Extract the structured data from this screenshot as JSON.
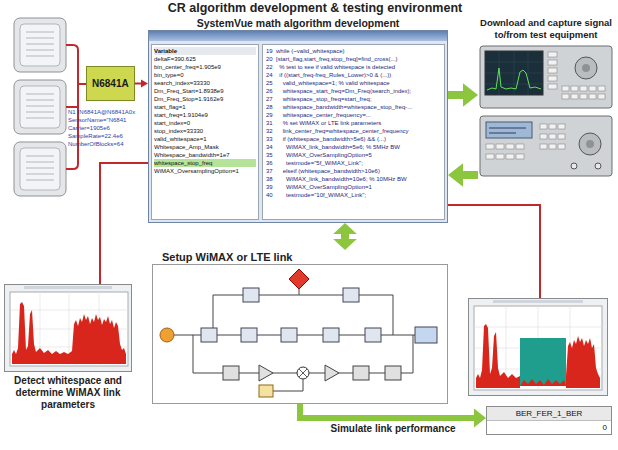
{
  "diagram": {
    "title": "CR algorithm development & testing environment",
    "nodes": [
      {
        "text": [
          "N6841A"
        ]
      },
      {
        "text": [
          "SystemVue math algorithm development"
        ]
      },
      {
        "text": [
          "Download and capture signal to/from test equipment"
        ]
      },
      {
        "text": [
          "Setup WiMAX or LTE link"
        ]
      },
      {
        "text": [
          "Detect whitespace and determine WiMAX link parameters"
        ]
      },
      {
        "text": [
          "BER_FER_1_BER",
          "0"
        ]
      }
    ],
    "edges": [
      {
        "from": 0,
        "to": 1,
        "arrow": "to"
      },
      {
        "from": 1,
        "to": 2,
        "arrow": "to"
      },
      {
        "from": 2,
        "to": 1,
        "arrow": "to"
      },
      {
        "from": 1,
        "to": 3,
        "arrow": "both"
      },
      {
        "from": 1,
        "to": 4,
        "arrow": "none"
      },
      {
        "from": 3,
        "to": 5,
        "arrow": "to",
        "label": "Simulate link performance"
      }
    ],
    "labels": [
      "N1 (N6841A@N6841A0x",
      "SensorName=\"N6841",
      "Carrier=1905e6",
      "SampleRate=22.4e6",
      "NumberOfBlocks=64",
      "Variable",
      "deltaF=390.625",
      "bin_center_freq=1.905e9",
      "bin_type=0",
      "search_index=33330",
      "Dm_Freq_Start=1.8938e9",
      "Dm_Freq_Stop=1.9162e9",
      "start_flag=1",
      "start_freq=1.9104e9",
      "start_index=0",
      "stop_index=33330",
      "valid_whitespace=1",
      "Whitespace_Amp_Mask",
      "Whitespace_bandwidth=1e7",
      "whitespace_stop_freq",
      "WiMAX_OversamplingOption=1",
      "19  while (~valid_whitespace)",
      "20  [start_flag,start_freq,stop_freq]=find_cross(...)",
      "22    % test to see if valid whitespace is detected",
      "24    if ((start_freq-freq_Rules_Lower)>0 & (...))",
      "25      valid_whitespace=1; % valid whitespace",
      "26      whitespace_start_freq=Dm_Freq(search_index);",
      "27      whitespace_stop_freq=start_freq;",
      "28      whitespace_bandwidth=whitespace_stop_freq-...",
      "29      whitespace_center_frequency=...",
      "31      % set WiMAX or LTE link parameters",
      "32      link_center_freq=whitespace_center_frequency",
      "33      if (whitespace_bandwidth>5e6) && (...)",
      "34        WiMAX_link_bandwidth=5e6; % 5MHz BW",
      "35        WiMAX_OverSamplingOption=5",
      "36        testmode=\"5f_WiMAX_Link\";",
      "37      elseif (whitespace_bandwidth>10e6)",
      "38        WiMAX_link_bandwidth=10e6; % 10MHz BW",
      "39        WiMAX_OverSamplingOption=1",
      "40        testmode=\"10f_WiMAX_Link\";"
    ]
  }
}
